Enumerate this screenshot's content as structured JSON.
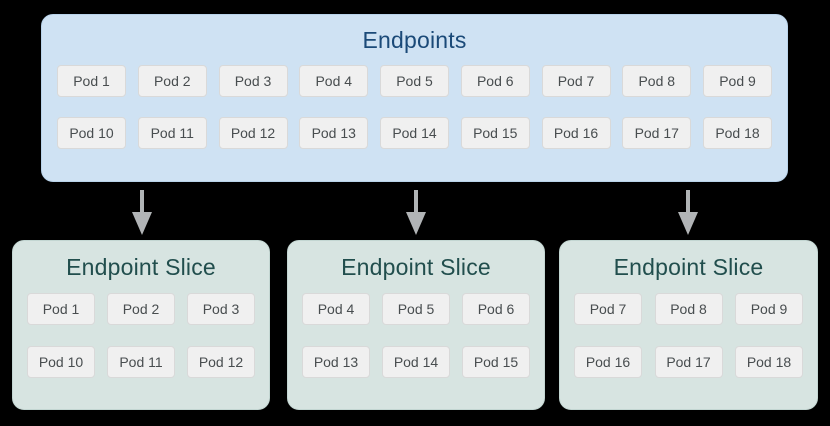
{
  "endpoints": {
    "title": "Endpoints",
    "pods": [
      "Pod 1",
      "Pod 2",
      "Pod 3",
      "Pod 4",
      "Pod 5",
      "Pod 6",
      "Pod 7",
      "Pod 8",
      "Pod 9",
      "Pod 10",
      "Pod 11",
      "Pod 12",
      "Pod 13",
      "Pod 14",
      "Pod 15",
      "Pod 16",
      "Pod 17",
      "Pod 18"
    ]
  },
  "slices": [
    {
      "title": "Endpoint Slice",
      "pods": [
        "Pod 1",
        "Pod 2",
        "Pod 3",
        "Pod 10",
        "Pod 11",
        "Pod 12"
      ]
    },
    {
      "title": "Endpoint Slice",
      "pods": [
        "Pod 4",
        "Pod 5",
        "Pod 6",
        "Pod 13",
        "Pod 14",
        "Pod 15"
      ]
    },
    {
      "title": "Endpoint Slice",
      "pods": [
        "Pod 7",
        "Pod 8",
        "Pod 9",
        "Pod 16",
        "Pod 17",
        "Pod 18"
      ]
    }
  ],
  "colors": {
    "background": "#000000",
    "endpoints_box_fill": "#cfe2f3",
    "endpoints_box_border": "#b9d3ea",
    "endpoints_title_text": "#1b4a78",
    "slice_box_fill": "#d7e4e1",
    "slice_box_border": "#c3d6d2",
    "slice_title_text": "#214e4d",
    "pod_fill": "#f0f0f0",
    "pod_border": "#d9d9d9",
    "pod_text": "#484d4f",
    "arrow": "#b1b4b6"
  }
}
